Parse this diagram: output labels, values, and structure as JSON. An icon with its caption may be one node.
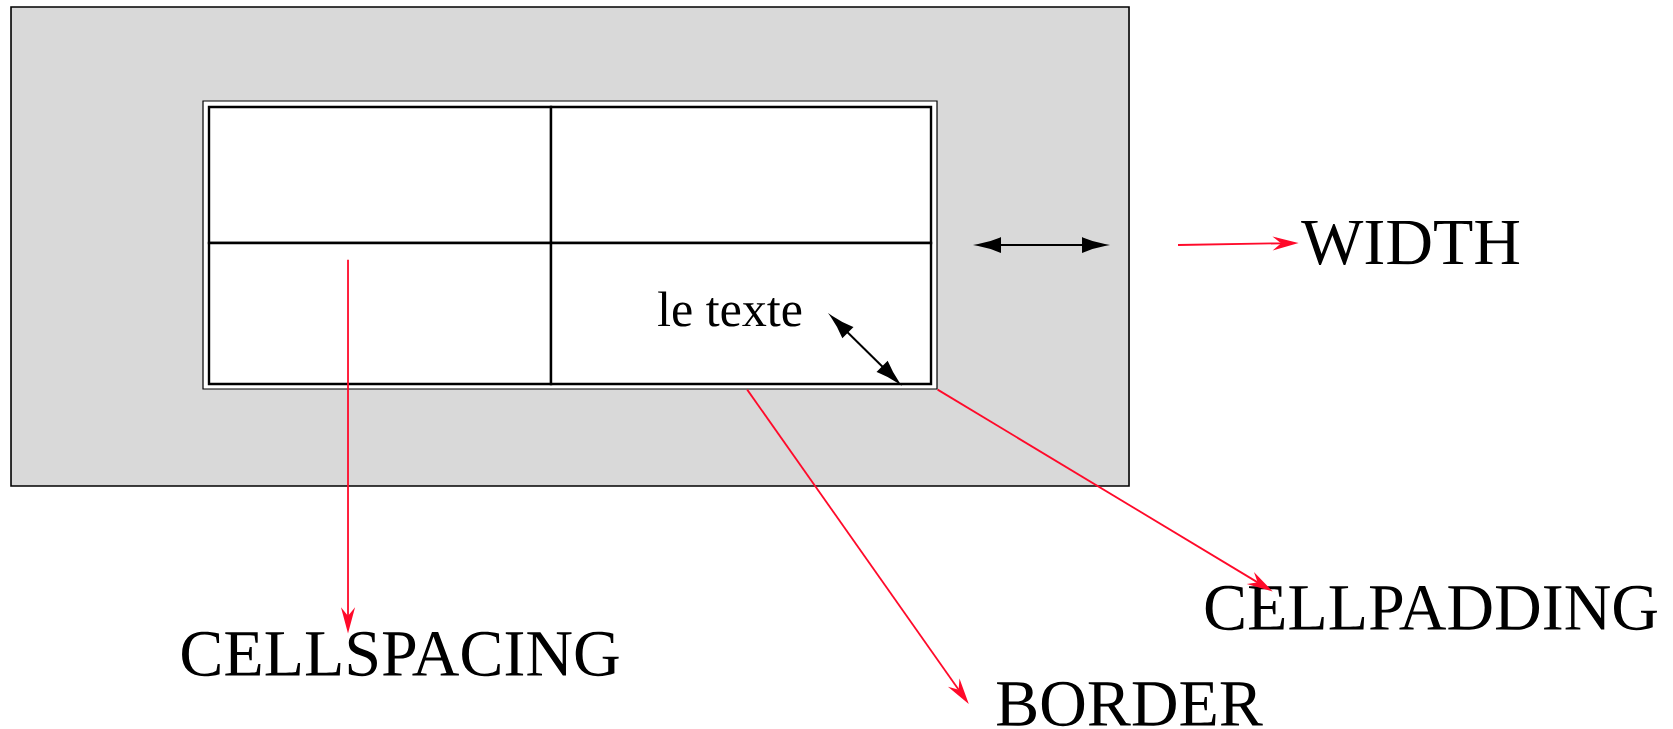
{
  "diagram": {
    "nodes": [
      {
        "text": [],
        "shape": "box"
      },
      {
        "text": [],
        "shape": "box",
        "in": 0
      },
      {
        "text": [],
        "shape": "box",
        "in": 1
      },
      {
        "text": [],
        "shape": "box",
        "in": 1
      },
      {
        "text": [],
        "shape": "box",
        "in": 1
      },
      {
        "text": [],
        "shape": "box",
        "in": 1
      },
      {
        "text": [
          "le texte"
        ],
        "in": 5
      },
      {
        "text": [
          "WIDTH"
        ]
      },
      {
        "text": [
          "CELLSPACING"
        ]
      },
      {
        "text": [
          "BORDER"
        ]
      },
      {
        "text": [
          "CELLPADDING"
        ]
      }
    ],
    "edges": [
      {
        "from": null,
        "to": 7,
        "arrow": "to"
      },
      {
        "from": 4,
        "to": 8,
        "arrow": "to"
      },
      {
        "from": 1,
        "to": 9,
        "arrow": "to"
      },
      {
        "from": 1,
        "to": 10,
        "arrow": "to"
      }
    ]
  }
}
